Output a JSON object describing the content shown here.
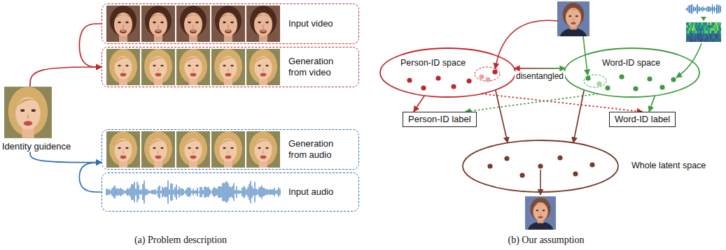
{
  "diagram": {
    "nodes": [
      {
        "text": [
          "Identity guidence"
        ]
      },
      {
        "text": [
          "Input video"
        ]
      },
      {
        "text": [
          "Generation from video"
        ]
      },
      {
        "text": [
          "Generation from audio"
        ]
      },
      {
        "text": [
          "Input audio"
        ]
      },
      {
        "text": [
          "Person-ID space"
        ]
      },
      {
        "text": [
          "Word-ID space"
        ]
      },
      {
        "text": [
          "Person-ID label"
        ]
      },
      {
        "text": [
          "Word-ID label"
        ]
      },
      {
        "text": [
          "Whole latent space"
        ]
      }
    ],
    "edges": [
      {
        "from": 0,
        "to": 2,
        "arrow": "to"
      },
      {
        "from": 1,
        "to": 2,
        "arrow": "to"
      },
      {
        "from": 0,
        "to": 3,
        "arrow": "to"
      },
      {
        "from": 4,
        "to": 3,
        "arrow": "to"
      },
      {
        "from": 5,
        "to": 6,
        "label": "disentangled",
        "arrow": "both"
      },
      {
        "from": 5,
        "to": 7,
        "arrow": "to"
      },
      {
        "from": 6,
        "to": 8,
        "arrow": "to"
      },
      {
        "from": 5,
        "to": 8,
        "arrow": "to"
      },
      {
        "from": 6,
        "to": 7,
        "arrow": "to"
      },
      {
        "from": 5,
        "to": 9,
        "arrow": "to"
      },
      {
        "from": 6,
        "to": 9,
        "arrow": "to"
      }
    ],
    "labels": [
      "(a) Problem description",
      "(b) Our assumption"
    ]
  }
}
